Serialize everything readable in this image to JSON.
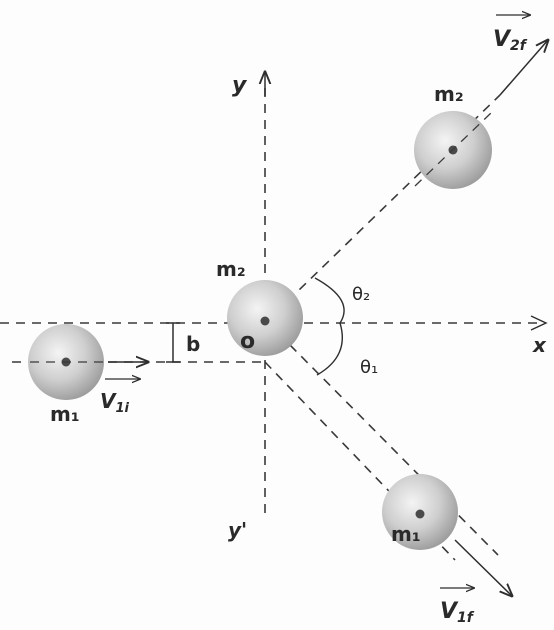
{
  "labels": {
    "y_axis": "y",
    "y_prime": "y'",
    "x_axis": "x",
    "origin": "o",
    "impact_param": "b",
    "theta2": "θ₂",
    "theta1": "θ₁",
    "m2_center": "m₂",
    "m2_scattered": "m₂",
    "m1_initial": "m₁",
    "m1_scattered": "m₁"
  },
  "vectors": {
    "v1i": {
      "main": "V",
      "sub": "1i"
    },
    "v2f": {
      "main": "V",
      "sub": "2f"
    },
    "v1f": {
      "main": "V",
      "sub": "1f"
    }
  },
  "colors": {
    "ball_light": "#f0f0f0",
    "ball_dark": "#9a9a9a",
    "ink": "#2e2e2e"
  }
}
